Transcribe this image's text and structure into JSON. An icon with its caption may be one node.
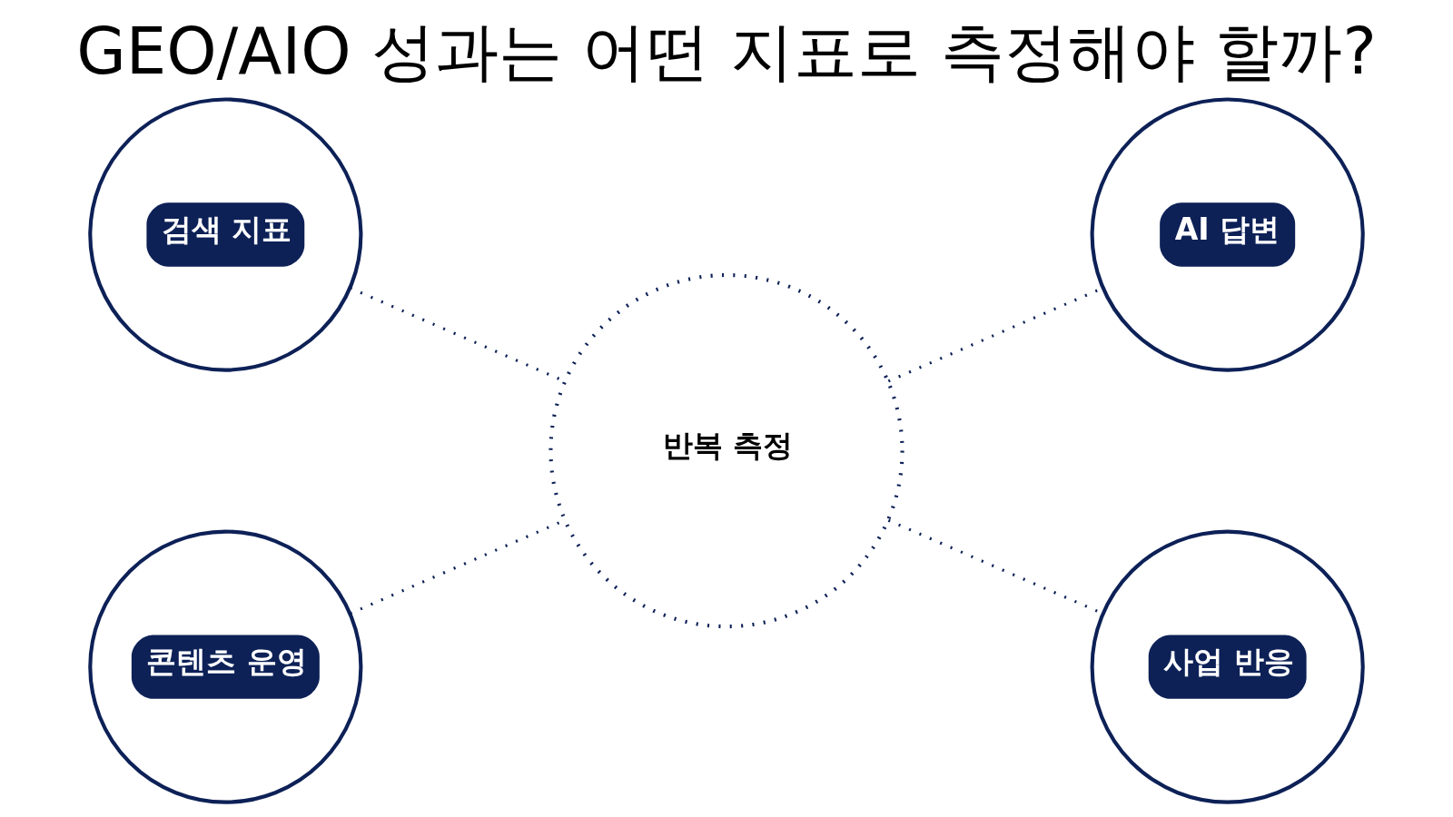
{
  "diagram": {
    "title": "GEO/AIO 성과는 어떤 지표로 측정해야 할까?",
    "nodes": [
      {
        "text": [
          "검색 지표"
        ]
      },
      {
        "text": [
          "AI 답변"
        ]
      },
      {
        "text": [
          "콘텐츠 운영"
        ]
      },
      {
        "text": [
          "사업 반응"
        ]
      },
      {
        "text": [
          "반복 측정"
        ]
      }
    ],
    "edges": [
      {
        "from": 0,
        "to": 4,
        "arrow": "none",
        "style": "dashed"
      },
      {
        "from": 4,
        "to": 1,
        "arrow": "none",
        "style": "dashed"
      },
      {
        "from": 2,
        "to": 4,
        "arrow": "none",
        "style": "dashed"
      },
      {
        "from": 4,
        "to": 3,
        "arrow": "none",
        "style": "dashed"
      }
    ]
  }
}
